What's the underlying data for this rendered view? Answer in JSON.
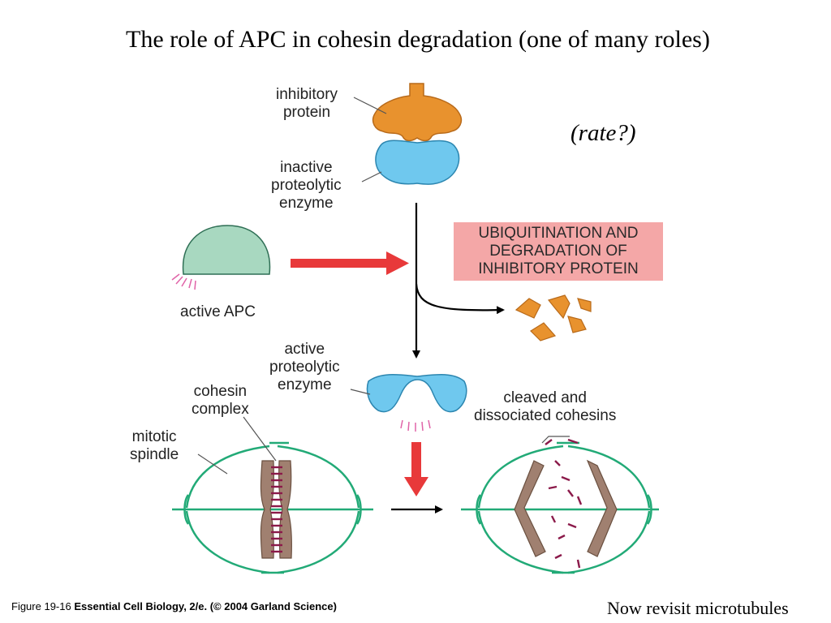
{
  "title": "The role of APC in cohesin degradation (one of many roles)",
  "rate_note": "(rate?)",
  "labels": {
    "inhibitory_protein": [
      "inhibitory",
      "protein"
    ],
    "inactive_enzyme": [
      "inactive",
      "proteolytic",
      "enzyme"
    ],
    "active_apc": "active APC",
    "active_enzyme": [
      "active",
      "proteolytic",
      "enzyme"
    ],
    "cohesin_complex": [
      "cohesin",
      "complex"
    ],
    "mitotic_spindle": [
      "mitotic",
      "spindle"
    ],
    "cleaved_cohesins": [
      "cleaved and",
      "dissociated cohesins"
    ]
  },
  "process_box": [
    "UBIQUITINATION AND",
    "DEGRADATION OF",
    "INHIBITORY PROTEIN"
  ],
  "caption": {
    "figure": "Figure 19-16",
    "source": "Essential Cell Biology, 2/e. (© 2004 Garland Science)"
  },
  "footer_note": "Now revisit microtubules",
  "colors": {
    "inhibitory_protein": "#e8922e",
    "enzyme": "#6fc8ee",
    "apc": "#a8d8c0",
    "red_arrow": "#e8393a",
    "spindle": "#22aa77",
    "chromosome": "#a08070",
    "cohesin": "#8b1a4a",
    "process_box": "#f4a7a7"
  }
}
